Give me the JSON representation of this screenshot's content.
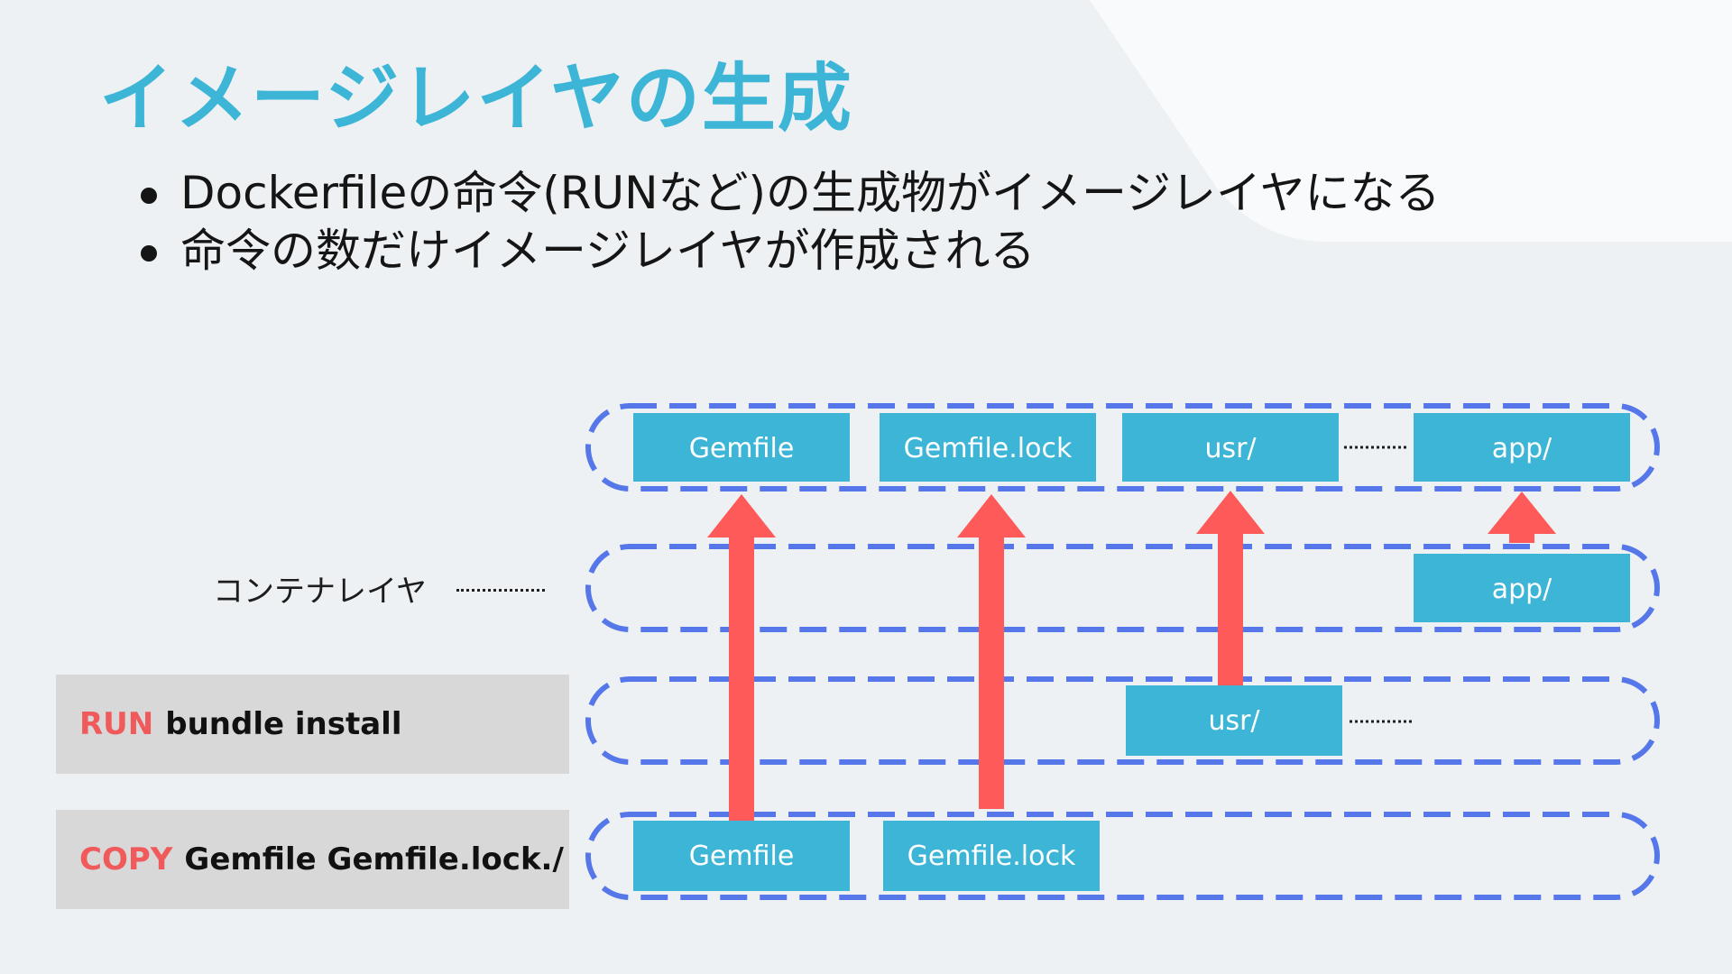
{
  "title": "イメージレイヤの生成",
  "bullets": [
    "Dockerfileの命令(RUNなど)の生成物がイメージレイヤになる",
    "命令の数だけイメージレイヤが作成される"
  ],
  "container_layer_label": "コンテナレイヤ",
  "commands": {
    "run": {
      "keyword": "RUN",
      "args": "bundle install"
    },
    "copy": {
      "keyword": "COPY",
      "args": "Gemfile Gemfile.lock./"
    }
  },
  "layers": {
    "top": [
      "Gemfile",
      "Gemfile.lock",
      "usr/",
      "app/"
    ],
    "container": [
      "app/"
    ],
    "run": [
      "usr/"
    ],
    "copy": [
      "Gemfile",
      "Gemfile.lock"
    ]
  },
  "colors": {
    "title": "#3db5d6",
    "chip": "#3db5d6",
    "layer_border": "#5577ea",
    "arrow": "#ff5a5a",
    "keyword": "#f05a5a",
    "command_bg": "#d8d8d8"
  }
}
